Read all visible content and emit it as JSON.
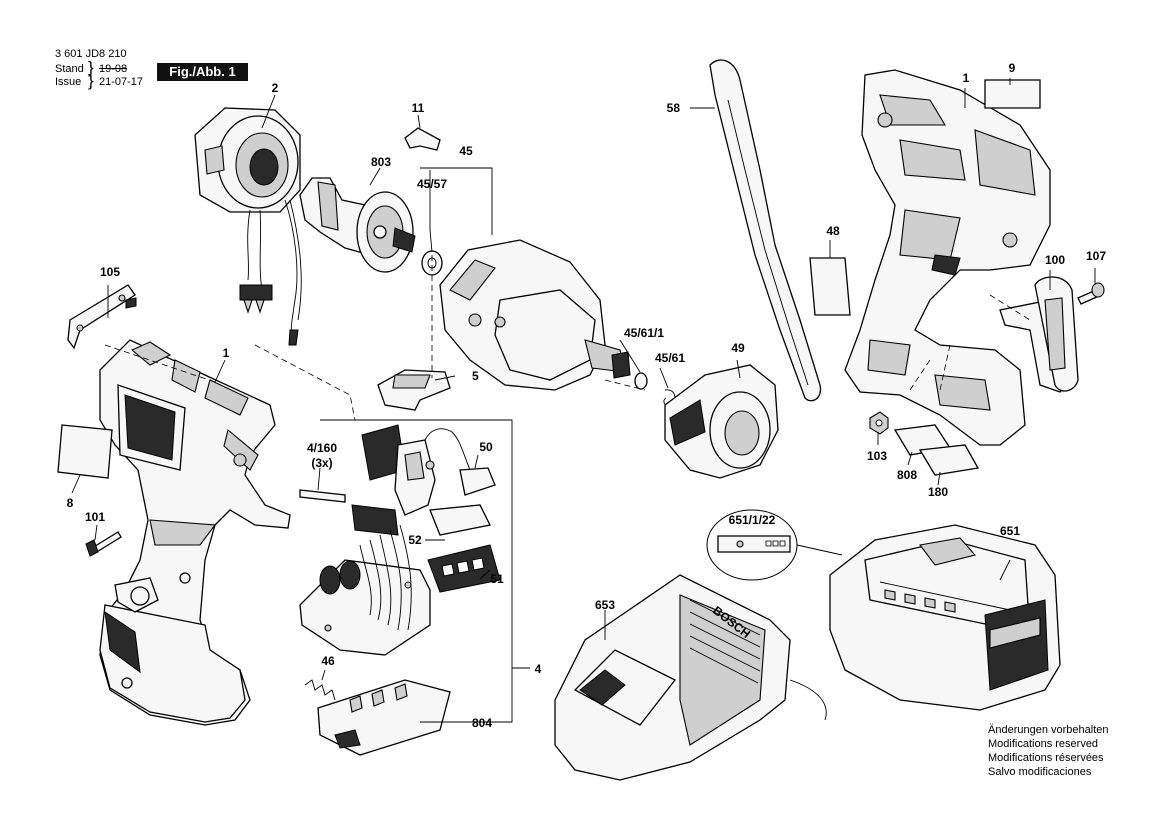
{
  "header": {
    "doc_number": "3 601 JD8 210",
    "stand_label": "Stand",
    "issue_label": "Issue",
    "old_date": "19-08",
    "new_date": "21-07-17",
    "figure_label": "Fig./Abb. 1"
  },
  "callouts": {
    "c1_left": "1",
    "c1_right": "1",
    "c2": "2",
    "c4": "4",
    "c4_160": "4/160",
    "c3x": "(3x)",
    "c5": "5",
    "c8": "8",
    "c9": "9",
    "c11": "11",
    "c45": "45",
    "c45_57": "45/57",
    "c45_61_1": "45/61/1",
    "c45_61": "45/61",
    "c46": "46",
    "c48": "48",
    "c49": "49",
    "c50": "50",
    "c51": "51",
    "c52": "52",
    "c58": "58",
    "c100": "100",
    "c101": "101",
    "c103": "103",
    "c105": "105",
    "c107": "107",
    "c180": "180",
    "c651": "651",
    "c651_1_22": "651/1/22",
    "c653": "653",
    "c803": "803",
    "c804": "804",
    "c808": "808"
  },
  "charger_brand": "BOSCH",
  "notes": [
    "Änderungen vorbehalten",
    "Modifications reserved",
    "Modifications réservées",
    "Salvo modificaciones"
  ]
}
